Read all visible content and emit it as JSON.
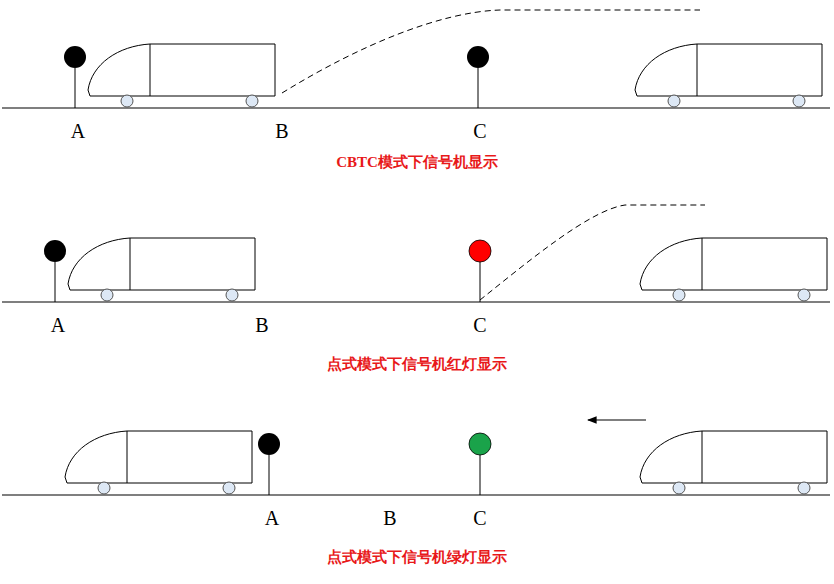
{
  "diagram": {
    "labels": [
      "A",
      "B",
      "C",
      "CBTC模式下信号机显示",
      "A",
      "B",
      "C",
      "点式模式下信号机红灯显示",
      "A",
      "B",
      "C",
      "点式模式下信号机绿灯显示"
    ]
  }
}
